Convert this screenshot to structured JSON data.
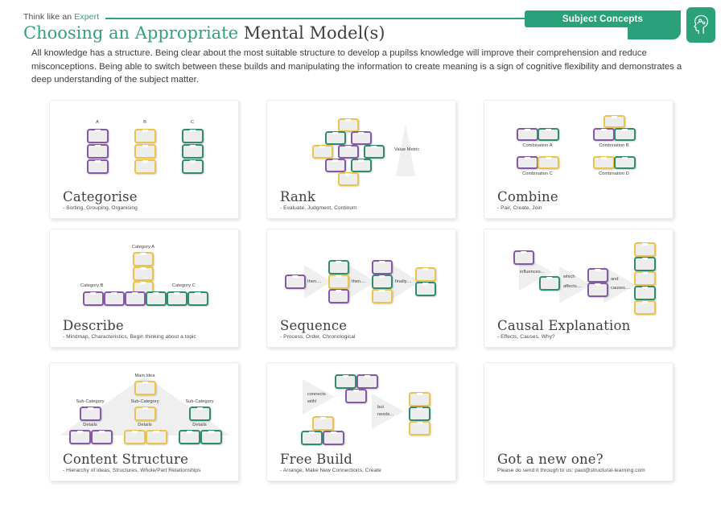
{
  "header": {
    "kicker_prefix": "Think like an",
    "kicker_highlight": "Expert",
    "banner_label": "Subject Concepts",
    "badge_icon": "head-brain-icon",
    "title_green": "Choosing an Appropriate",
    "title_dark": "Mental Model(s)",
    "intro": "All knowledge has a structure. Being clear about the most suitable structure to develop a pupilss knowledge will improve their comprehension and reduce misconceptions. Being able to switch between these builds and manipulating the information to create meaning is a sign of cognitive flexibility and demonstrates a deep understanding of the subject matter."
  },
  "colors": {
    "brand_green": "#2aa17b",
    "title_green": "#2fa37c",
    "brick_purple": "#8558a8",
    "brick_yellow": "#eac54a",
    "brick_green": "#2f8c6e",
    "brick_fill": "#ededed",
    "text_dark": "#3d3d3d",
    "arrow_grey": "#efefef"
  },
  "cards": [
    {
      "id": "categorise",
      "title": "Categorise",
      "subtitle": "- Sorting, Grouping, Organising",
      "labels": [
        "A",
        "B",
        "C"
      ]
    },
    {
      "id": "rank",
      "title": "Rank",
      "subtitle": "- Evaluate, Judgment, Continum",
      "labels": [
        "Value Metric"
      ]
    },
    {
      "id": "combine",
      "title": "Combine",
      "subtitle": "- Pair, Create, Join",
      "labels": [
        "Combination A",
        "Combination B",
        "Combination C",
        "Combination D"
      ]
    },
    {
      "id": "describe",
      "title": "Describe",
      "subtitle": "- Mindmap, Characteristics, Begin thinking about a topic",
      "labels": [
        "Category A",
        "Category B",
        "Category C"
      ]
    },
    {
      "id": "sequence",
      "title": "Sequence",
      "subtitle": "- Process, Order, Chronological",
      "labels": [
        "then....",
        "then....",
        "finally...."
      ]
    },
    {
      "id": "causal-explanation",
      "title": "Causal Explanation",
      "subtitle": "- Effects, Causes, Why?",
      "labels": [
        "influences...",
        "which",
        "affects....",
        "and",
        "causes...."
      ]
    },
    {
      "id": "content-structure",
      "title": "Content Structure",
      "subtitle": "- Hierarchy of ideas, Structures, Whole/Part Relationships",
      "labels": [
        "Main Idea",
        "Sub-Category",
        "Sub-Category",
        "Sub-Category",
        "Details",
        "Details",
        "Details"
      ]
    },
    {
      "id": "free-build",
      "title": "Free Build",
      "subtitle": "- Arrange, Make New Connections, Create",
      "labels": [
        "connects",
        "with!",
        "but",
        "needs..."
      ]
    },
    {
      "id": "got-a-new-one",
      "title": "Got a new one?",
      "subtitle": "Please do send it through to us: paul@structural-learning.com",
      "labels": []
    }
  ]
}
